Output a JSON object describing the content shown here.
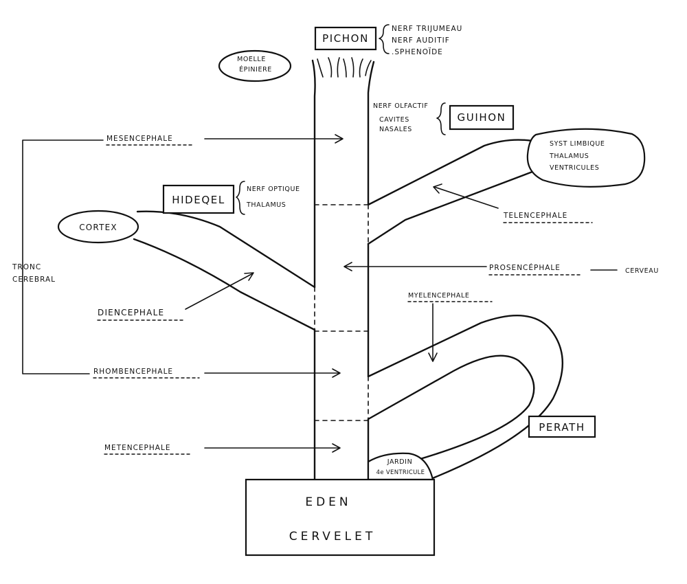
{
  "labels": {
    "pichon": "PICHON",
    "pichon_list": [
      "NERF TRIJUMEAU",
      "NERF AUDITIF",
      ".SPHENOÏDE"
    ],
    "moelle": [
      "MOELLE",
      "ÉPINIERE"
    ],
    "guihon": "GUIHON",
    "guihon_list": [
      "NERF OLFACTIF",
      "CAVITES",
      "NASALES"
    ],
    "limbic": [
      "SYST LIMBIQUE",
      "THALAMUS",
      "VENTRICULES"
    ],
    "mesencephale": "MESENCEPHALE",
    "hideqel": "HIDEQEL",
    "hideqel_list": [
      "NERF OPTIQUE",
      "THALAMUS"
    ],
    "cortex": "CORTEX",
    "telencephale": "TELENCEPHALE",
    "tronc": [
      "TRONC",
      "CEREBRAL"
    ],
    "prosencephale": "PROSENCÉPHALE",
    "cerveau": "CERVEAU",
    "diencephale": "DIENCEPHALE",
    "myelencephale": "MYELENCEPHALE",
    "rhombencephale": "RHOMBENCEPHALE",
    "perath": "PERATH",
    "metencephale": "METENCEPHALE",
    "jardin": [
      "JARDIN",
      "4e VENTRICULE"
    ],
    "eden": "EDEN",
    "cervelet": "CERVELET"
  }
}
